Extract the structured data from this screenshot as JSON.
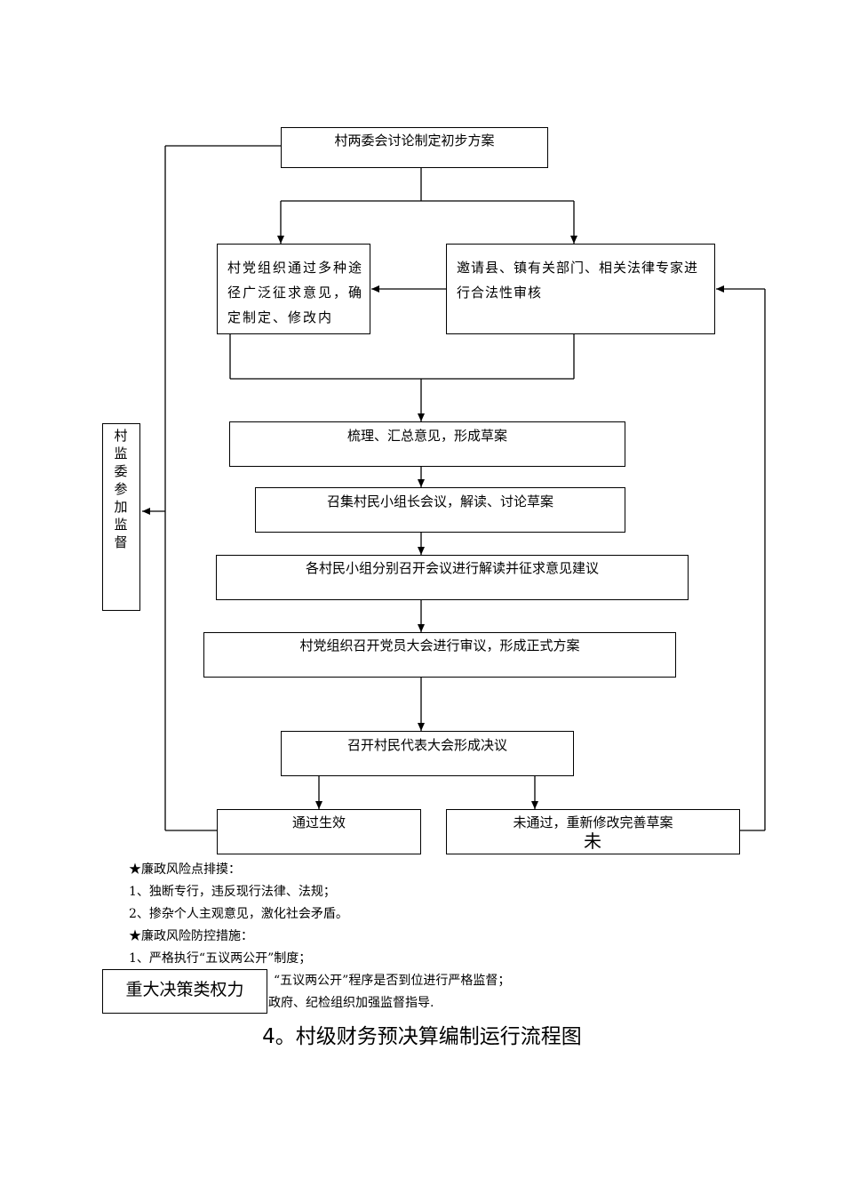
{
  "flow": {
    "top": "村两委会讨论制定初步方案",
    "left_branch": "村党组织通过多种途径广泛征求意见，确定制定、修改内",
    "right_branch": "邀请县、镇有关部门、相关法律专家进行合法性审核",
    "summary": "梳理、汇总意见，形成草案",
    "group_leaders": "召集村民小组长会议，解读、讨论草案",
    "groups_meeting": "各村民小组分别召开会议进行解读并征求意见建议",
    "party_meeting": "村党组织召开党员大会进行审议，形成正式方案",
    "reps_meeting": "召开村民代表大会形成决议",
    "passed": "通过生效",
    "not_passed": "未通过，重新修改完善草案",
    "not_passed_extra": "未",
    "supervision": "村监委参加监督"
  },
  "notes": {
    "risk_title": "★廉政风险点排摸：",
    "risk_1": "1、独断专行，违反现行法律、法规；",
    "risk_2": "2、掺杂个人主观意见，激化社会矛盾。",
    "control_title": "★廉政风险防控措施：",
    "control_1": "1、严格执行“五议两公开”制度；",
    "control_2": "“五议两公开”程序是否到位进行严格监督；",
    "control_3": "政府、纪检组织加强监督指导."
  },
  "overlay_label": "重大决策类权力",
  "page_title": "4。村级财务预决算编制运行流程图"
}
